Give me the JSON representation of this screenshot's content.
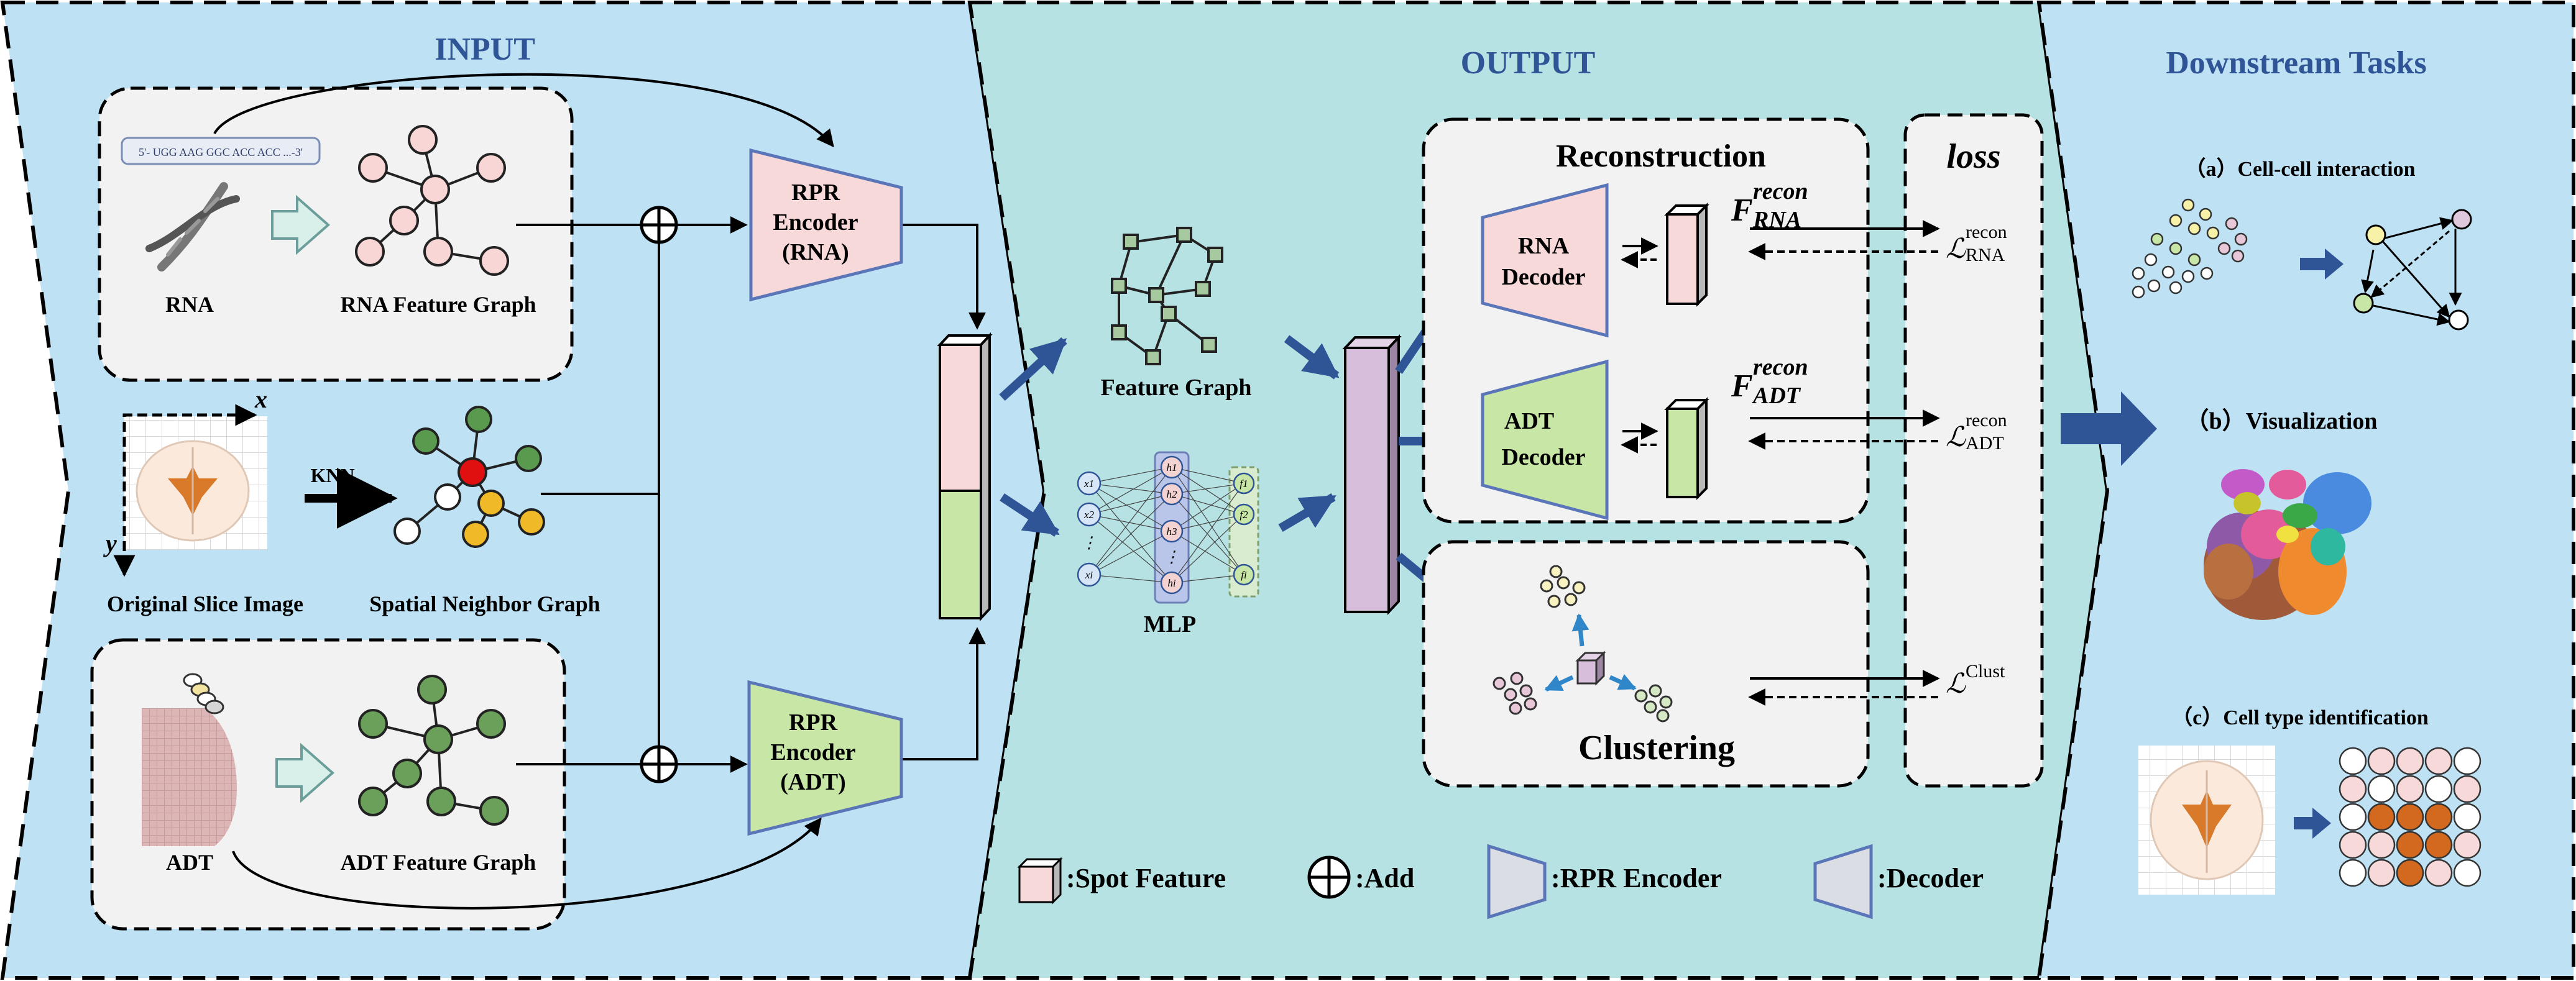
{
  "panels": {
    "input_title": "INPUT",
    "output_title": "OUTPUT",
    "downstream_title": "Downstream Tasks"
  },
  "input": {
    "dna_sequence": "5'- UGG AAG GGC ACC ACC ...-3'",
    "rna_label": "RNA",
    "rna_graph_label": "RNA Feature Graph",
    "knn_label": "KNN",
    "axis_x": "x",
    "axis_y": "y",
    "slice_label": "Original Slice Image",
    "spatial_graph_label": "Spatial Neighbor Graph",
    "adt_label": "ADT",
    "adt_graph_label": "ADT Feature Graph"
  },
  "encoders": {
    "rna": [
      "RPR",
      "Encoder",
      "(RNA)"
    ],
    "adt": [
      "RPR",
      "Encoder",
      "(ADT)"
    ]
  },
  "middle": {
    "feature_graph_label": "Feature Graph",
    "mlp_label": "MLP",
    "mlp_inputs": [
      "x1",
      "x2",
      "⋮",
      "xi"
    ],
    "mlp_hidden": [
      "h1",
      "h2",
      "h3",
      "⋮",
      "hi"
    ],
    "mlp_outputs": [
      "f1",
      "f2",
      "fi"
    ]
  },
  "reconstruction": {
    "title": "Reconstruction",
    "rna_decoder": [
      "RNA",
      "Decoder"
    ],
    "adt_decoder": [
      "ADT",
      "Decoder"
    ],
    "f_rna": {
      "base": "F",
      "sup": "recon",
      "sub": "RNA"
    },
    "f_adt": {
      "base": "F",
      "sup": "recon",
      "sub": "ADT"
    }
  },
  "clustering": {
    "title": "Clustering"
  },
  "loss": {
    "title": "loss",
    "rna": {
      "base": "ℒ",
      "sup": "recon",
      "sub": "RNA"
    },
    "adt": {
      "base": "ℒ",
      "sup": "recon",
      "sub": "ADT"
    },
    "clust": {
      "base": "ℒ",
      "sup": "Clust"
    }
  },
  "downstream": {
    "task_a": "（a）Cell-cell interaction",
    "task_b": "（b）Visualization",
    "task_c": "（c）Cell type identification"
  },
  "legend": {
    "spot": ":Spot Feature",
    "add": ":Add",
    "encoder": ":RPR Encoder",
    "decoder": ":Decoder"
  },
  "colors": {
    "input_bg": "#bfe1f4",
    "output_bg": "#b7e2e4",
    "box_bg": "#f2f2f2",
    "pink": "#f8d9d9",
    "green": "#c8e6a6",
    "purple": "#d7bedb",
    "encoder_stroke": "#5a76b8",
    "title_blue": "#2f5597",
    "arrow_blue": "#2f5597"
  }
}
